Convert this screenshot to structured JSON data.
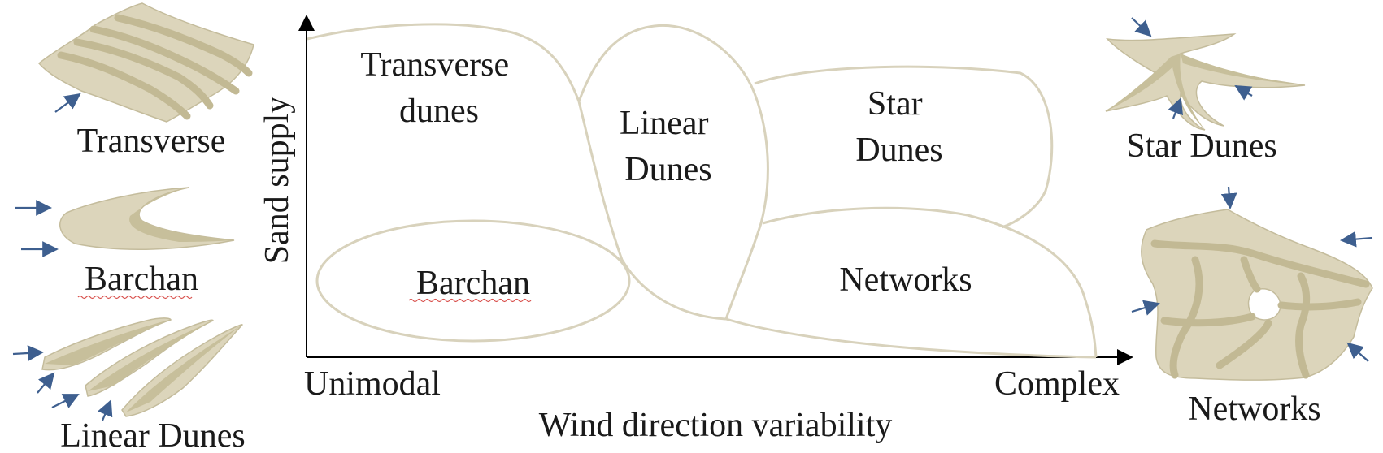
{
  "axes": {
    "y_label": "Sand supply",
    "x_label": "Wind direction variability",
    "x_start": "Unimodal",
    "x_end": "Complex"
  },
  "regions": {
    "transverse": [
      "Transverse",
      "dunes"
    ],
    "linear": [
      "Linear",
      "Dunes"
    ],
    "star": [
      "Star",
      "Dunes"
    ],
    "barchan": "Barchan",
    "networks": "Networks"
  },
  "icons": {
    "transverse": "Transverse",
    "barchan": "Barchan",
    "linear": "Linear Dunes",
    "star": "Star Dunes",
    "networks": "Networks"
  },
  "colors": {
    "sand": "#dcd5bb",
    "sand_dark": "#c7bf9b",
    "region_outline": "#d8d2bc",
    "wind_arrow": "#3e5f8f"
  }
}
